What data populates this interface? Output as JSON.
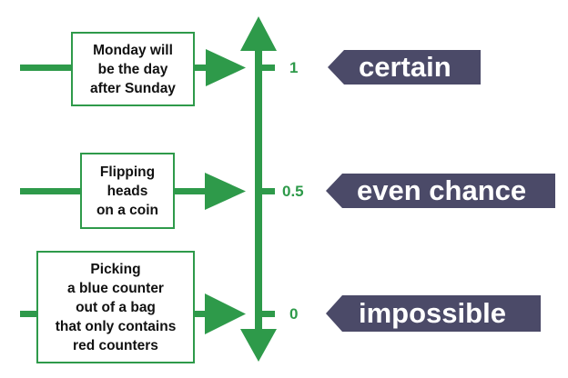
{
  "colors": {
    "green": "#2e9a4a",
    "tag": "#4b4a68",
    "text": "#111111"
  },
  "events": [
    {
      "text": "Monday will\nbe the day\nafter Sunday",
      "points_to": "1"
    },
    {
      "text": "Flipping\nheads\non a coin",
      "points_to": "0.5"
    },
    {
      "text": "Picking\na blue counter\nout of a bag\nthat only contains\nred counters",
      "points_to": "0"
    }
  ],
  "scale": {
    "ticks": [
      {
        "value": "1",
        "label": "certain"
      },
      {
        "value": "0.5",
        "label": "even chance"
      },
      {
        "value": "0",
        "label": "impossible"
      }
    ]
  }
}
